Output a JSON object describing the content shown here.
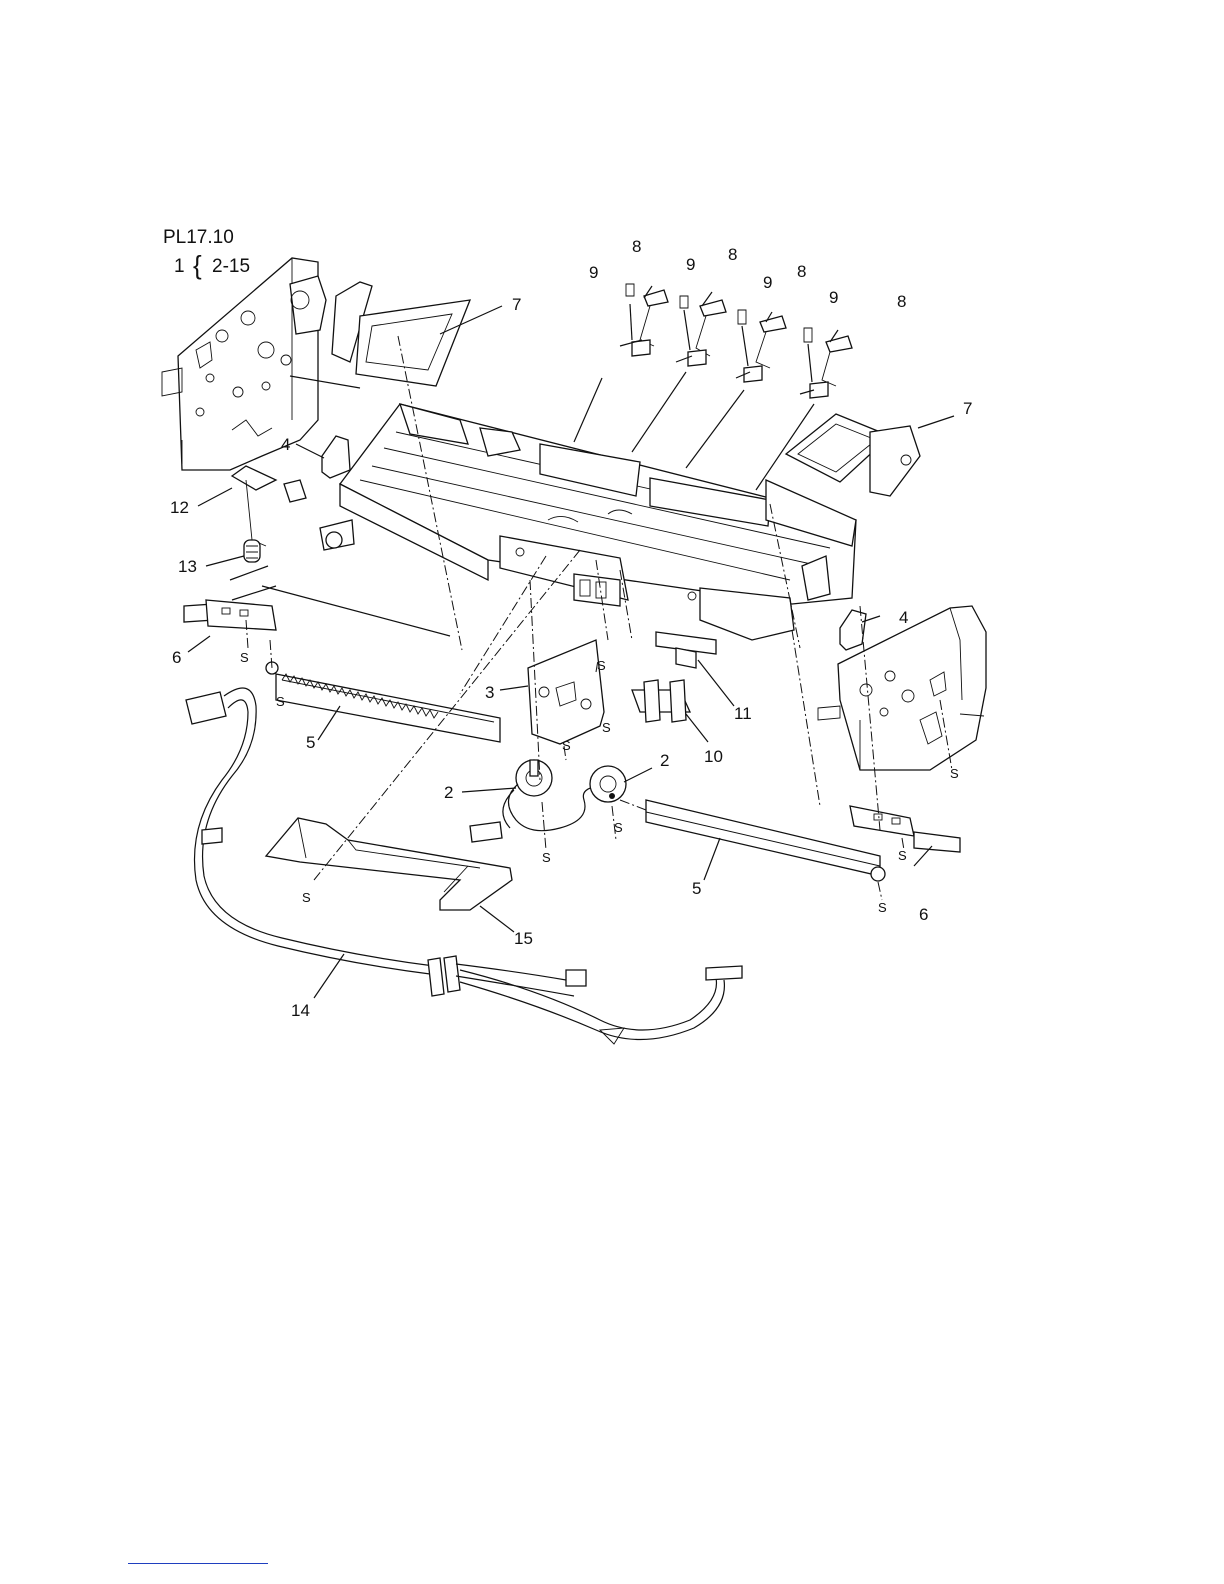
{
  "header": {
    "plate_id": "PL17.10",
    "kit_prefix": "1",
    "kit_brace": "{",
    "kit_range": "2-15"
  },
  "screw_marker": "S",
  "callouts": {
    "c8a": "8",
    "c8b": "8",
    "c8c": "8",
    "c8d": "8",
    "c9a": "9",
    "c9b": "9",
    "c9c": "9",
    "c9d": "9",
    "c7a": "7",
    "c7b": "7",
    "c4a": "4",
    "c4b": "4",
    "c12": "12",
    "c13": "13",
    "c6a": "6",
    "c6b": "6",
    "c5a": "5",
    "c5b": "5",
    "c3": "3",
    "c2a": "2",
    "c2b": "2",
    "c11": "11",
    "c10": "10",
    "c15": "15",
    "c14": "14"
  }
}
